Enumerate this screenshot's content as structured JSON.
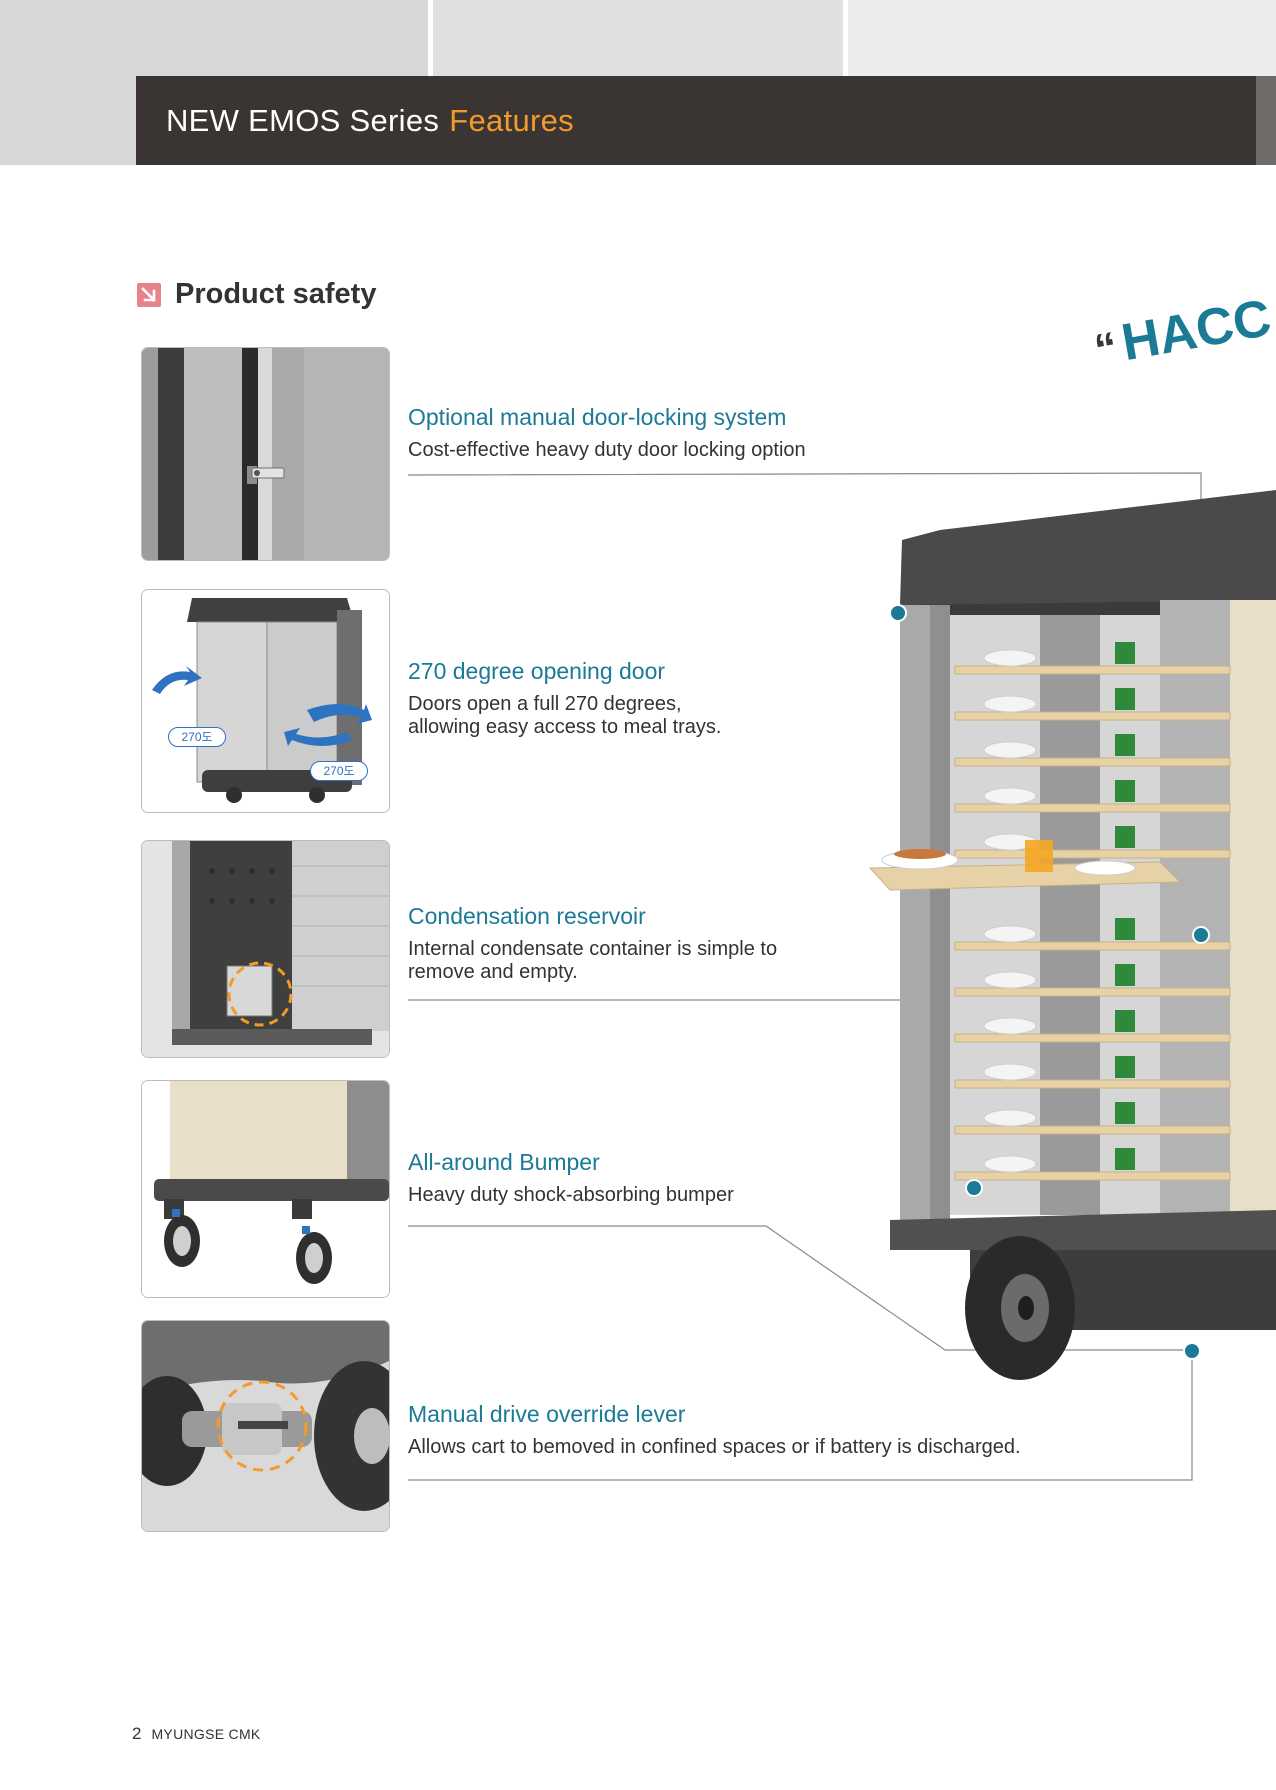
{
  "header": {
    "title_main": "NEW EMOS Series",
    "title_accent": "Features"
  },
  "section": {
    "title": "Product safety",
    "icon": "arrow-down-right-icon"
  },
  "banner_fragment": {
    "quote_mark": "“",
    "text": "HACC"
  },
  "features": [
    {
      "title": "Optional manual door-locking system",
      "description": "Cost-effective heavy duty door locking option"
    },
    {
      "title": "270 degree opening door",
      "description": "Doors open a full 270 degrees,\nallowing easy access to meal trays."
    },
    {
      "title": "Condensation reservoir",
      "description": "Internal condensate container is simple to\nremove and empty."
    },
    {
      "title": "All-around Bumper",
      "description": "Heavy duty shock-absorbing bumper"
    },
    {
      "title": "Manual drive override lever",
      "description": "Allows cart to bemoved in confined spaces or if battery is discharged."
    }
  ],
  "thumb_labels": {
    "rotation_left": "270도",
    "rotation_right": "270도"
  },
  "footer": {
    "page_number": "2",
    "brand": "MYUNGSE CMK"
  },
  "colors": {
    "accent_orange": "#f39a2b",
    "feature_teal": "#1b7a96",
    "header_bg": "#3a3533",
    "icon_pink": "#e8838b"
  }
}
